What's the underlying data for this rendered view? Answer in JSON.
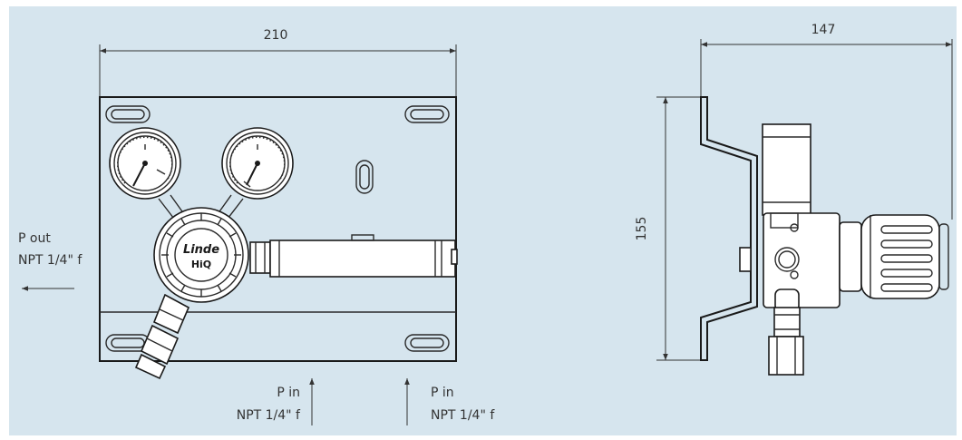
{
  "dimensions": {
    "front_width": "210",
    "side_width": "147",
    "side_height": "155"
  },
  "labels": {
    "outlet_name": "P out",
    "outlet_thread": "NPT 1/4\" f",
    "inlet1_name": "P in",
    "inlet1_thread": "NPT 1/4\" f",
    "inlet2_name": "P in",
    "inlet2_thread": "NPT 1/4\" f"
  },
  "branding": {
    "logo_text": "Linde",
    "product_text": "HiQ"
  },
  "colors": {
    "background": "#d6e5ee",
    "line": "#1a1a1a",
    "text": "#333333"
  }
}
